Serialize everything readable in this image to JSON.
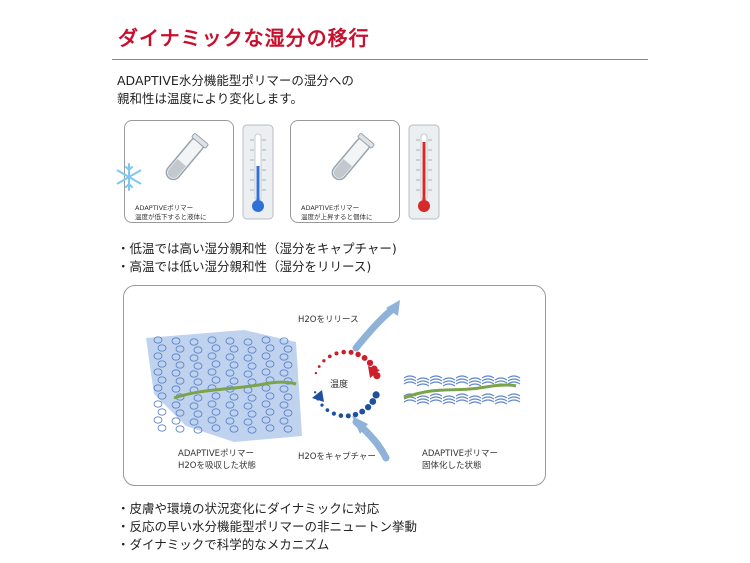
{
  "title": "ダイナミックな湿分の移行",
  "intro": {
    "line1": "ADAPTIVE水分機能型ポリマーの湿分への",
    "line2": "親和性は温度により変化します。"
  },
  "cards": [
    {
      "caption_line1": "ADAPTIVEポリマー",
      "caption_line2": "温度が低下すると液体に",
      "thermometer_color": "#2f6fd6"
    },
    {
      "caption_line1": "ADAPTIVEポリマー",
      "caption_line2": "温度が上昇すると個体に",
      "thermometer_color": "#d42a2a"
    }
  ],
  "bullets_top": [
    "・低温では高い湿分親和性（湿分をキャプチャー)",
    "・高温では低い湿分親和性（湿分をリリース)"
  ],
  "diagram": {
    "release_label": "H2Oをリリース",
    "capture_label": "H2Oをキャプチャー",
    "temperature_label": "温度",
    "left_label_line1": "ADAPTIVEポリマー",
    "left_label_line2": "H2Oを吸収した状態",
    "right_label_line1": "ADAPTIVEポリマー",
    "right_label_line2": "固体化した状態",
    "colors": {
      "warm": "#cc1f2a",
      "cool": "#1f4fa0",
      "arrow": "#8fb2d9",
      "strand": "#7aa34a",
      "coil": "#5f86c9"
    }
  },
  "bullets_bottom": [
    "・皮膚や環境の状況変化にダイナミックに対応",
    "・反応の早い水分機能型ポリマーの非ニュートン挙動",
    "・ダイナミックで科学的なメカニズム"
  ]
}
